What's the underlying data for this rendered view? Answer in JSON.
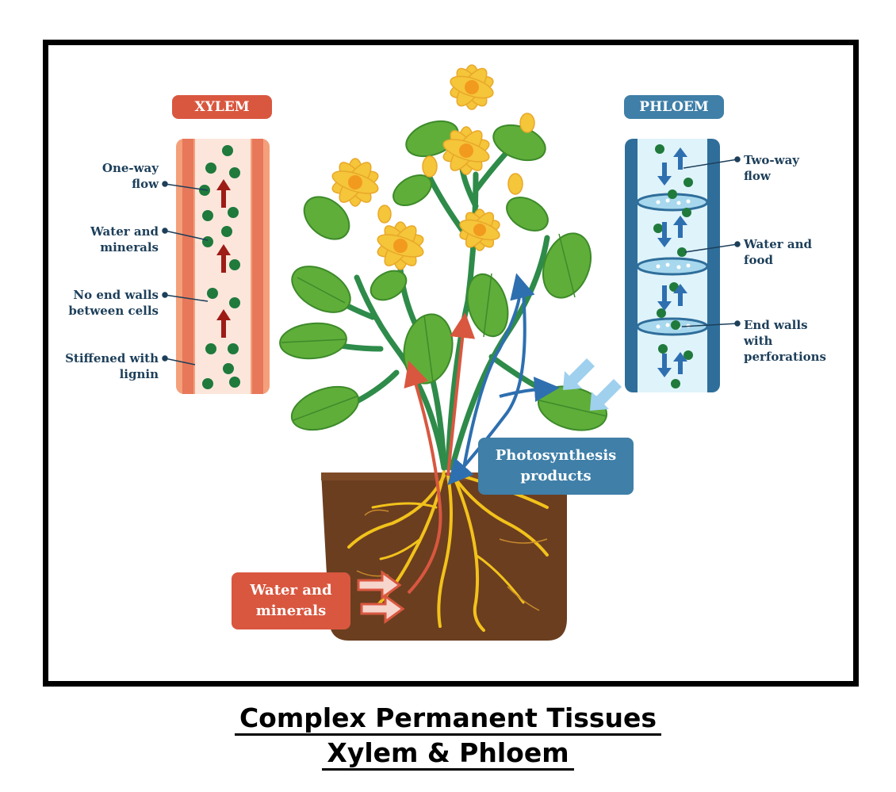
{
  "xylem": {
    "title": "XYLEM",
    "labels": [
      "One-way\nflow",
      "Water and\nminerals",
      "No end walls\nbetween cells",
      "Stiffened with\nlignin"
    ]
  },
  "phloem": {
    "title": "PHLOEM",
    "labels": [
      "Two-way\nflow",
      "Water and\nfood",
      "End walls\nwith\nperforations"
    ]
  },
  "photosynthesis_label": "Photosynthesis\nproducts",
  "water_minerals_label": "Water and\nminerals",
  "caption": {
    "line1": "Complex Permanent Tissues",
    "line2": "Xylem & Phloem"
  },
  "colors": {
    "xylem_accent": "#d9573f",
    "phloem_accent": "#3f7fa8",
    "soil": "#6b3e20",
    "leaf": "#5fae3a",
    "flower": "#f5c53a",
    "label_text": "#1d3f5a"
  }
}
